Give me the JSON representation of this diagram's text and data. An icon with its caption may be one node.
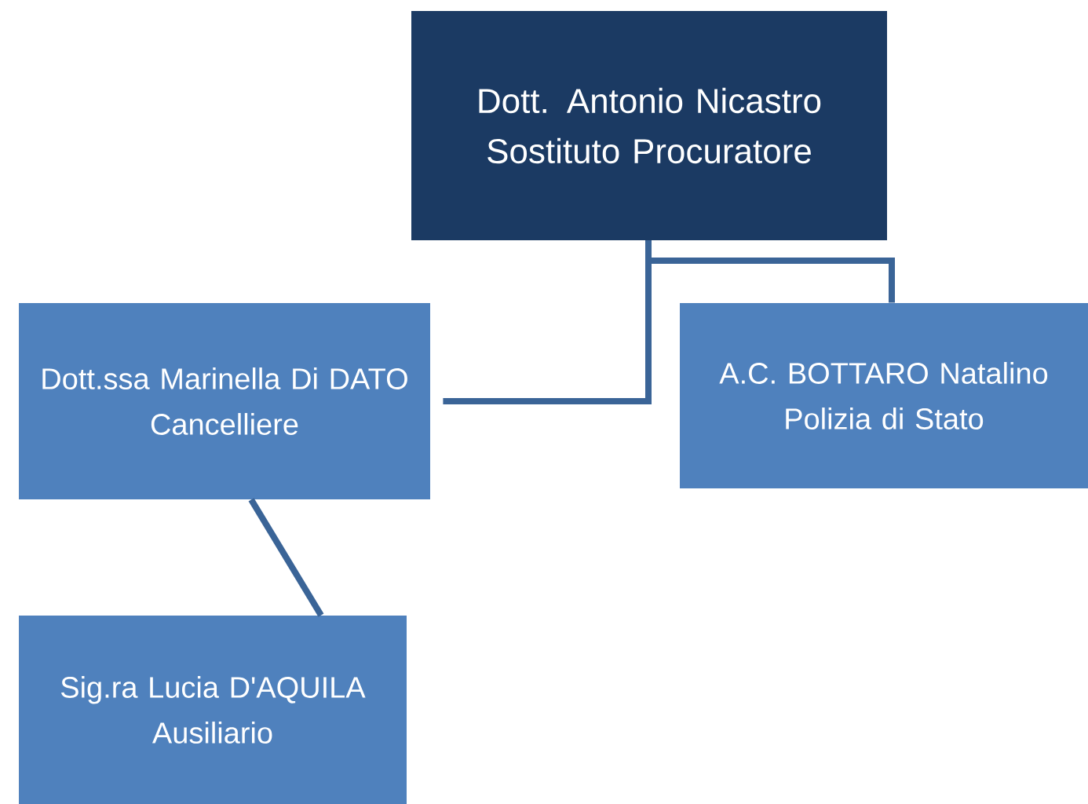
{
  "diagram": {
    "nodes": [
      {
        "text": [
          "Dott. Antonio Nicastro",
          "Sostituto Procuratore"
        ]
      },
      {
        "text": [
          "Dott.ssa Marinella Di DATO",
          "Cancelliere"
        ]
      },
      {
        "text": [
          "A.C. BOTTARO Natalino",
          "Polizia di Stato"
        ]
      },
      {
        "text": [
          "Sig.ra Lucia D'AQUILA",
          "Ausiliario"
        ]
      }
    ],
    "edges": [
      {
        "from": 0,
        "to": 1,
        "arrow": "none"
      },
      {
        "from": 0,
        "to": 2,
        "arrow": "none"
      },
      {
        "from": 1,
        "to": 3,
        "arrow": "none"
      }
    ]
  }
}
